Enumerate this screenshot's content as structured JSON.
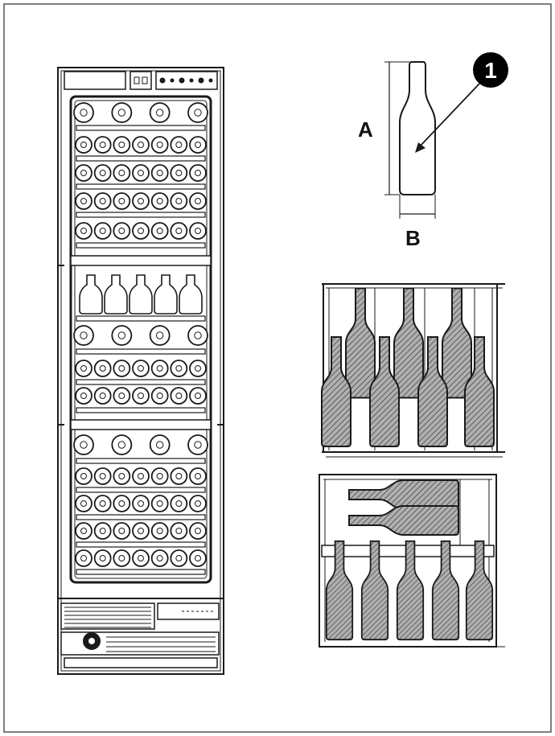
{
  "labels": {
    "dim_height": "A",
    "dim_width": "B",
    "callout": "1"
  },
  "colors": {
    "line": "#1a1a1a",
    "bottle_fill": "#9a9a9a",
    "frame_border": "#555555",
    "callout_bg": "#000000",
    "callout_text": "#ffffff"
  },
  "icons": [
    "cabinet-illustration",
    "bottle-outline",
    "bottle-hatched",
    "arrow-icon"
  ]
}
